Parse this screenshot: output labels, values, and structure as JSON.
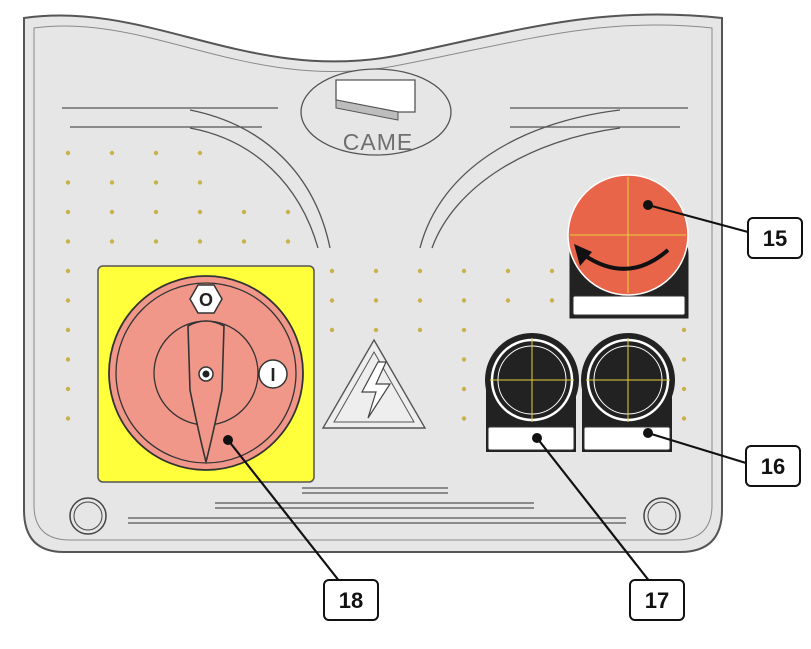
{
  "brand": {
    "logo_text": "CAME"
  },
  "colors": {
    "panel_fill": "#e6e6e6",
    "panel_stroke": "#555555",
    "vent_dot": "#c9b24a",
    "isolator_plate": "#ffff3b",
    "isolator_knob": "#f1978a",
    "stop_button": "#e8654a",
    "button_black": "#222222",
    "crosshair": "#e6d23a"
  },
  "icons": {
    "isolator": "rotary-isolator-switch-icon",
    "off_symbol": "power-off-o-icon",
    "on_symbol": "power-on-i-icon",
    "hazard": "high-voltage-warning-icon",
    "stop": "emergency-stop-button-icon",
    "push_button": "push-button-icon"
  },
  "switch_symbols": {
    "off": "O",
    "on": "I"
  },
  "callouts": [
    {
      "id": "c15",
      "label": "15",
      "target": "emergency-stop-button"
    },
    {
      "id": "c16",
      "label": "16",
      "target": "push-button-right"
    },
    {
      "id": "c17",
      "label": "17",
      "target": "push-button-left"
    },
    {
      "id": "c18",
      "label": "18",
      "target": "main-isolator-switch"
    }
  ]
}
